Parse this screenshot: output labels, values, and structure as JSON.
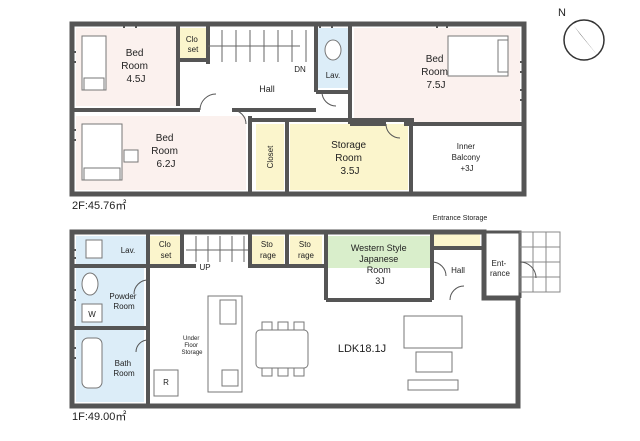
{
  "floors": {
    "upper": {
      "area_label": "2F:45.76㎡",
      "rooms": {
        "bed_a": [
          "Bed",
          "Room",
          "4.5J"
        ],
        "closet_a": [
          "Clo",
          "set"
        ],
        "bed_b": [
          "Bed",
          "Room",
          "7.5J"
        ],
        "lav": "Lav.",
        "dn": "DN",
        "hall": "Hall",
        "bed_c": [
          "Bed",
          "Room",
          "6.2J"
        ],
        "closet_b": "Closet",
        "storage": [
          "Storage",
          "Room",
          "3.5J"
        ],
        "balcony": [
          "Inner",
          "Balcony",
          "+3J"
        ]
      }
    },
    "lower": {
      "area_label": "1F:49.00㎡",
      "rooms": {
        "lav": "Lav.",
        "closet": [
          "Clo",
          "set"
        ],
        "up": "UP",
        "storage_a": [
          "Sto",
          "rage"
        ],
        "storage_b": [
          "Sto",
          "rage"
        ],
        "western": [
          "Western Style",
          "Japanese",
          "Room",
          "3J"
        ],
        "entrance_storage": "Entrance Storage",
        "hall": "Hall",
        "entrance": [
          "Ent-",
          "rance"
        ],
        "powder": [
          "Powder",
          "Room"
        ],
        "washer": "W",
        "bath": [
          "Bath",
          "Room"
        ],
        "underfloor": [
          "Under",
          "Floor",
          "Storage"
        ],
        "fridge": "R",
        "ldk": "LDK18.1J"
      }
    }
  },
  "compass": {
    "north_label": "N"
  },
  "colors": {
    "wall": "#555555",
    "bedroom": "#fbf1ee",
    "closet": "#fbf5cc",
    "storage": "#fbf5cc",
    "wet": "#dcedf8",
    "japanese": "#d9eecb",
    "floor": "#ffffff"
  }
}
